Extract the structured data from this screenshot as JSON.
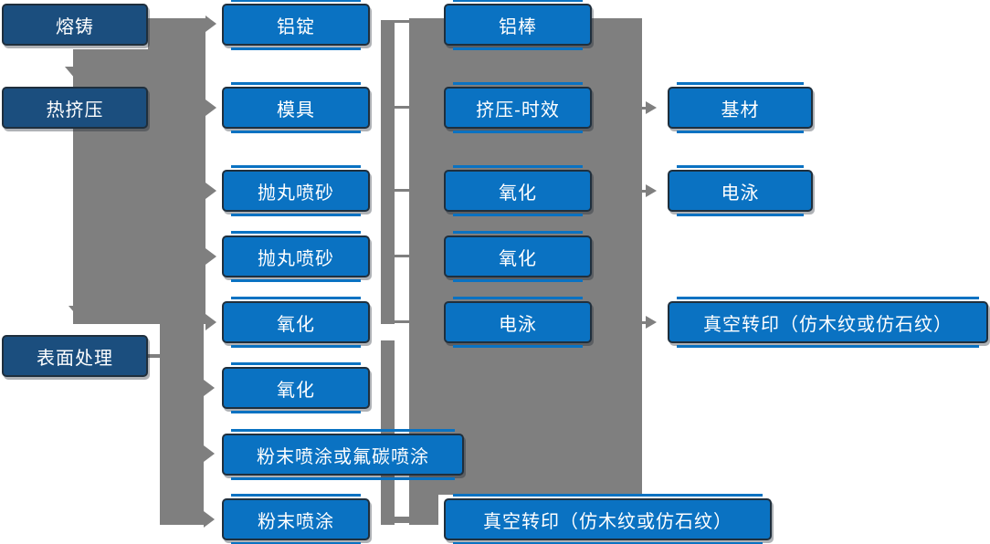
{
  "diagram": {
    "type": "flowchart",
    "description_language": "zh-CN",
    "colors": {
      "process_box_blue": "#0A72C2",
      "stage_box_navy": "#1B4E7E",
      "connector_gray": "#7F7F7F",
      "box_border": "#1F2F3D",
      "text": "#FFFFFF",
      "background": "#FFFFFF"
    },
    "nodes": {
      "stages": [
        {
          "label": "熔铸"
        },
        {
          "label": "热挤压"
        },
        {
          "label": "表面处理"
        }
      ],
      "process_a": [
        {
          "label": "铝锭"
        },
        {
          "label": "模具"
        },
        {
          "label": "抛丸喷砂"
        },
        {
          "label": "抛丸喷砂"
        },
        {
          "label": "氧化"
        },
        {
          "label": "氧化"
        },
        {
          "label": "粉末喷涂或氟碳喷涂"
        },
        {
          "label": "粉末喷涂"
        }
      ],
      "process_b": [
        {
          "label": "铝棒"
        },
        {
          "label": "挤压-时效"
        },
        {
          "label": "氧化"
        },
        {
          "label": "氧化"
        },
        {
          "label": "电泳"
        },
        {
          "label": "真空转印（仿木纹或仿石纹）"
        }
      ],
      "outputs": [
        {
          "label": "基材"
        },
        {
          "label": "电泳"
        },
        {
          "label": "真空转印（仿木纹或仿石纹）"
        }
      ]
    }
  }
}
